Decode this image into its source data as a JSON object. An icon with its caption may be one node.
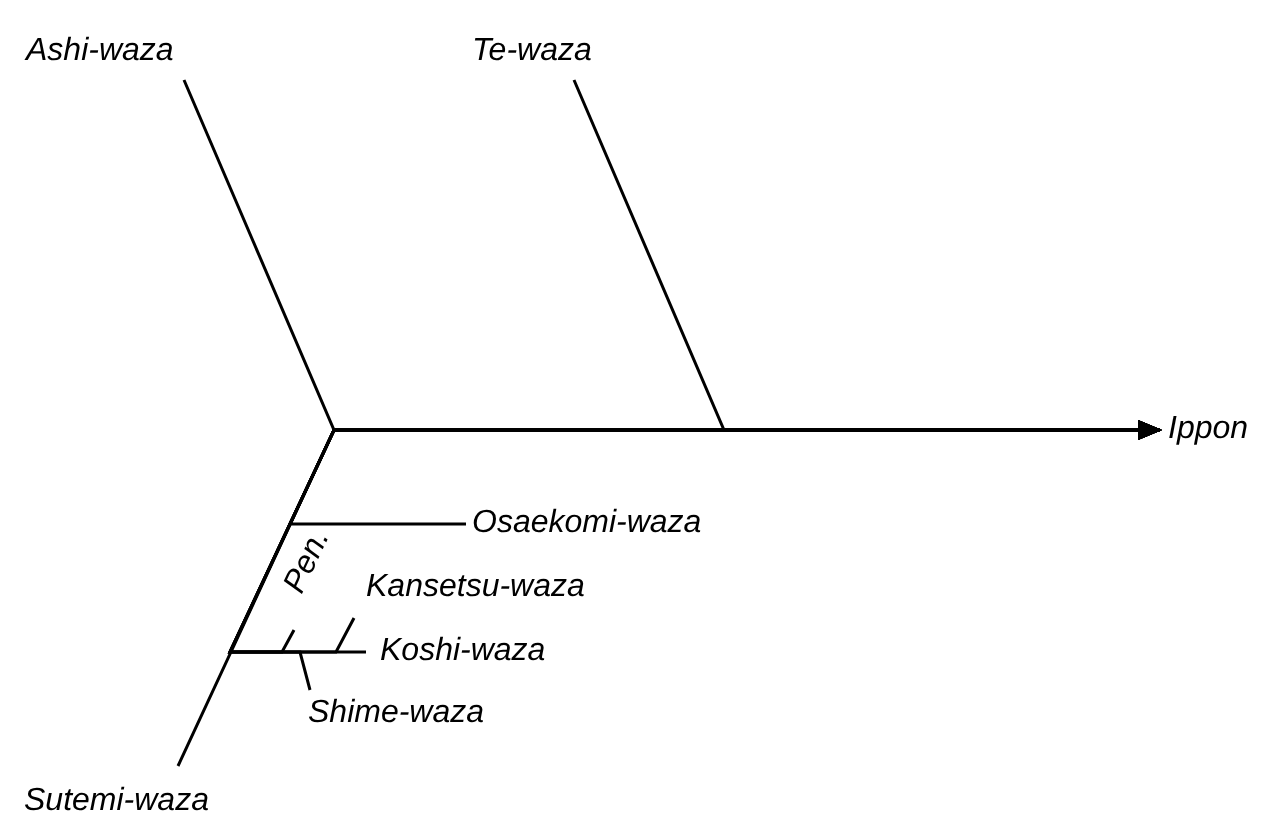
{
  "diagram": {
    "nodes": [
      {
        "text": [
          "Ashi-waza"
        ]
      },
      {
        "text": [
          "Te-waza"
        ]
      },
      {
        "text": [
          "Ippon"
        ]
      },
      {
        "text": [
          "Osaekomi-waza"
        ]
      },
      {
        "text": [
          "Pen."
        ]
      },
      {
        "text": [
          "Kansetsu-waza"
        ]
      },
      {
        "text": [
          "Koshi-waza"
        ]
      },
      {
        "text": [
          "Shime-waza"
        ]
      },
      {
        "text": [
          "Sutemi-waza"
        ]
      }
    ],
    "edges": [
      {
        "from": 0,
        "to": 2,
        "arrow": "to"
      },
      {
        "from": 1,
        "to": 2,
        "arrow": "to"
      },
      {
        "from": 8,
        "to": 2,
        "arrow": "to"
      },
      {
        "from": 3,
        "to": 2,
        "arrow": "to"
      },
      {
        "from": 6,
        "to": 2,
        "arrow": "to"
      },
      {
        "from": 5,
        "to": 2,
        "arrow": "to"
      },
      {
        "from": 4,
        "to": 2,
        "arrow": "to"
      },
      {
        "from": 7,
        "to": 2,
        "arrow": "to"
      }
    ]
  }
}
